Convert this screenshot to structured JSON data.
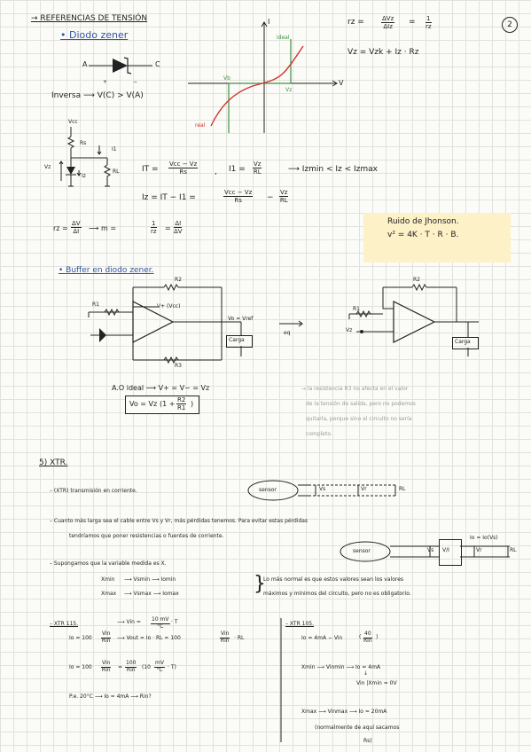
{
  "page": {
    "number": "2",
    "title": "→ REFERENCIAS DE TENSIÓN",
    "diodo_title": "Diodo zener",
    "anode": "A",
    "cathode": "C",
    "plus": "+",
    "minus": "−",
    "inversa": "Inversa ⟶ V(C) > V(A)",
    "graph": {
      "i_axis": "I",
      "v_axis": "V",
      "ideal": "ideal",
      "real": "real",
      "vb": "Vb",
      "vz": "Vz"
    },
    "rz_formula": {
      "lhs": "rz =",
      "num": "ΔVz",
      "den": "ΔIz",
      "eq": "=",
      "num2": "1",
      "den2": "rz"
    },
    "vz_formula": "Vz = Vzk + Iz · Rz",
    "circuit1": {
      "vcc": "Vcc",
      "rs": "Rs",
      "rl": "RL",
      "i1": "I1",
      "vz": "Vz",
      "iz": "Iz"
    },
    "it": {
      "lhs": "IT =",
      "num": "Vcc − Vz",
      "den": "Rs",
      "sep": ",",
      "i1": "I1 =",
      "num2": "Vz",
      "den2": "RL"
    },
    "izrange": "⟶ Izmin < Iz < Izmax",
    "iz": {
      "lhs": "Iz = IT − I1 =",
      "num": "Vcc − Vz",
      "den": "Rs",
      "minus": "−",
      "num2": "Vz",
      "den2": "RL"
    },
    "slope": {
      "lhs": "rz =",
      "num": "ΔV",
      "den": "ΔI",
      "arrow": "⟶ m =",
      "num2": "1",
      "den2": "rz",
      "eq": "=",
      "num3": "ΔI",
      "den3": "ΔV"
    },
    "johnson": {
      "title": "Ruido de Jhonson.",
      "formula": "v² = 4K · T · R · B."
    },
    "buffer_title": "Buffer en diodo zener.",
    "circuit2": {
      "r2": "R2",
      "r1": "R1",
      "vplus": "V+ (Vcc)",
      "vo": "Vo = Vref",
      "carga": "Carga",
      "r3": "R3",
      "eq": "eq"
    },
    "circuit3": {
      "r2": "R2",
      "r1": "R1",
      "vz": "Vz",
      "carga": "Carga"
    },
    "ao_ideal": "A.O ideal ⟶ V+ = V− = Vz",
    "vo_formula": {
      "lhs": "Vo = Vz",
      "one": "1 +",
      "num": "R2",
      "den": "R1"
    },
    "note_lines": [
      "→ la resistencia R3 no afecta en el valor",
      "de la tensión de salida, pero no podemos",
      "quitarla, porque sino el circuito no sería",
      "completo."
    ],
    "xtr_title": "5) XTR.",
    "xtr_lines": [
      "– (XTR) transmisión en corriente.",
      "– Cuanto más larga sea el cable entre Vs y Vr, más pérdidas tenemos. Para evitar estas pérdidas",
      "tendríamos que poner resistencias o fuentes de corriente.",
      "– Supongamos que la variable medida es X."
    ],
    "sensor": "sensor",
    "sig": {
      "vs": "Vs",
      "vr": "Vr",
      "rl": "RL"
    },
    "sig2": {
      "vs": "Vs",
      "vi": "V/I",
      "vr": "Vr",
      "rl": "RL",
      "io": "Io = Io(Vs)"
    },
    "mapping": [
      {
        "x": "Xmin",
        "v": "Vsmin",
        "i": "Iomin"
      },
      {
        "x": "Xmax",
        "v": "Vsmax",
        "i": "Iomax"
      }
    ],
    "mapping_note": [
      "Lo más normal es que estos valores sean los valores",
      "máximos y mínimos del circuito, pero no es obligatorio."
    ],
    "xtr115": {
      "title": "– XTR 115.",
      "vin": {
        "lhs": "Vin =",
        "num": "10 mV",
        "den": "°C",
        "tail": "· T"
      },
      "l1": {
        "lhs": "Io = 100",
        "num": "Vin",
        "den": "Rin",
        "arrow": "⟶ Vout = Io · RL = 100",
        "num2": "Vin",
        "den2": "Rin",
        "tail": "· RL"
      },
      "l2": {
        "lhs": "Io = 100",
        "num": "Vin",
        "den": "Rin",
        "mid": "=",
        "num2": "100",
        "den2": "Rin",
        "paren": "(10",
        "num3": "mV",
        "den3": "°C",
        "tail": "· T)"
      },
      "pe": "P.e. 20°C ⟶ Io = 4mA ⟶ Rin?"
    },
    "xtr105": {
      "title": "– XTR 105.",
      "l1": {
        "lhs": "Io = 4mA − Vin",
        "paren": "(",
        "num": "40",
        "den": "Rin",
        "close": ")"
      },
      "l2": "Xmin ⟶ Vinmin ⟶ Io = 4mA",
      "sub1": "↓",
      "sub2": "Vin |Xmin = 0V",
      "l3": "Xmax ⟶ Vinmax ⟶ Io = 20mA",
      "l4a": "(normalmente de aquí sacamos",
      "l4b": "Rs)"
    }
  }
}
